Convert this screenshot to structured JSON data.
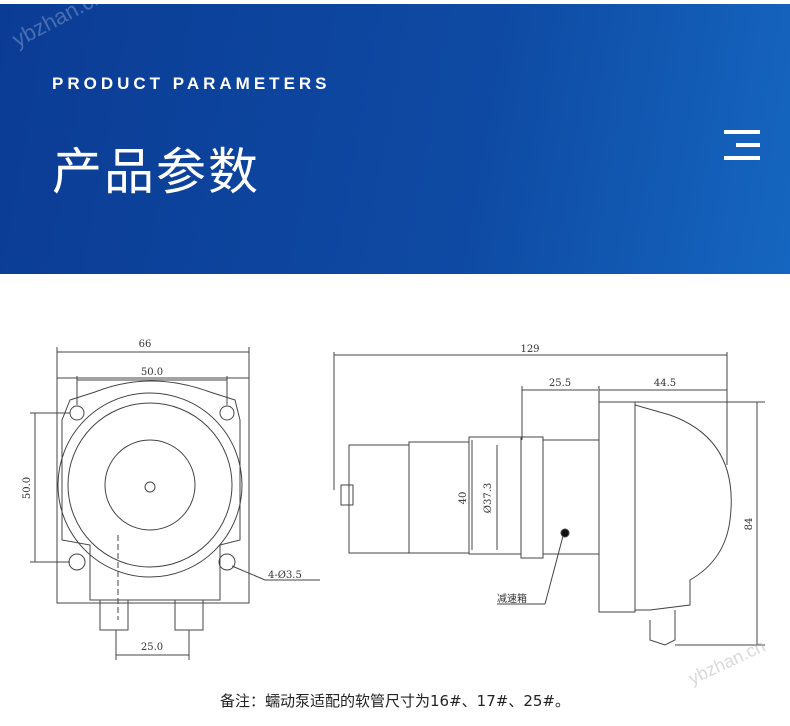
{
  "header": {
    "subtitle": "PRODUCT PARAMETERS",
    "title": "产品参数",
    "watermark": "ybzhan.cn",
    "menu_icon": "menu-icon"
  },
  "front_view": {
    "width": "66",
    "hole_spacing_h": "50.0",
    "hole_spacing_v": "50.0",
    "hole_spec": "4-Ø3.5",
    "port_spacing": "25.0"
  },
  "side_view": {
    "length": "129",
    "gearbox_len": "25.5",
    "head_len": "44.5",
    "motor_dia": "40",
    "gearbox_dia": "Ø37.3",
    "height": "84",
    "gearbox_label": "减速箱"
  },
  "footer": {
    "note": "备注：蠕动泵适配的软管尺寸为16#、17#、25#。",
    "watermark": "ybzhan.cn"
  }
}
